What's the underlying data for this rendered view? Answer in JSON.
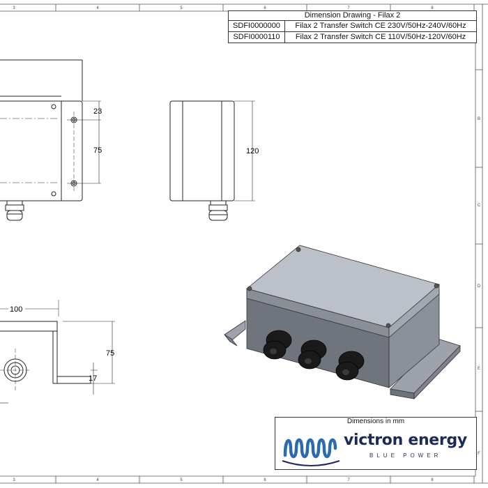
{
  "title_block": {
    "heading": "Dimension Drawing - Filax 2",
    "rows": [
      {
        "code": "SDFI0000000",
        "description": "Filax 2 Transfer Switch CE 230V/50Hz-240V/60Hz"
      },
      {
        "code": "SDFI0000110",
        "description": "Filax 2 Transfer Switch CE 110V/50Hz-120V/60Hz"
      }
    ]
  },
  "border": {
    "top_columns": [
      "3",
      "4",
      "5",
      "6",
      "7",
      "8"
    ],
    "bottom_columns": [
      "3",
      "4",
      "5",
      "6",
      "7",
      "8"
    ],
    "right_rows": [
      "B",
      "C",
      "D",
      "E",
      "F"
    ]
  },
  "dimensions": {
    "top_view_23": "23",
    "top_view_75": "75",
    "side_view_120": "120",
    "front_view_100": "100",
    "front_view_75": "75",
    "front_view_17": "17"
  },
  "units_label": "Dimensions in mm",
  "logo": {
    "name": "victron energy",
    "tagline": "BLUE POWER",
    "brand_color": "#1d2a57",
    "wave_color": "#2b6cb0"
  },
  "colors": {
    "line": "#222222",
    "enclosure_top": "#b9bdc6",
    "enclosure_side": "#8f939c",
    "enclosure_front": "#6e727a",
    "gland": "#1a1a1a"
  }
}
